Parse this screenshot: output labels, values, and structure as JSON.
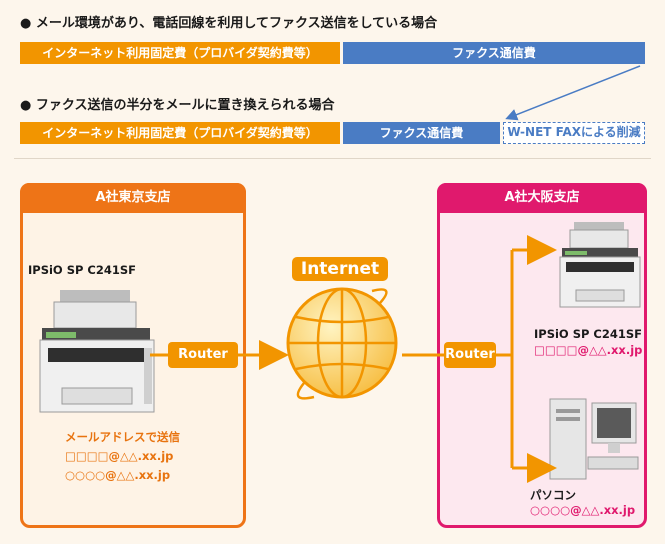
{
  "headings": {
    "first": "● メール環境があり、電話回線を利用してファクス送信をしている場合",
    "second": "● ファクス送信の半分をメールに置き換えられる場合"
  },
  "bars": {
    "row1_left": "インターネット利用固定費（プロバイダ契約費等）",
    "row1_right": "ファクス通信費",
    "row2_left": "インターネット利用固定費（プロバイダ契約費等）",
    "row2_mid": "ファクス通信費",
    "row2_right": "W-NET FAXによる削減"
  },
  "tokyo": {
    "title": "A社東京支店",
    "printer_model": "IPSiO SP C241SF",
    "send_label": "メールアドレスで送信",
    "addr1": "□□□□@△△.xx.jp",
    "addr2": "○○○○@△△.xx.jp"
  },
  "osaka": {
    "title": "A社大阪支店",
    "printer_model": "IPSiO SP C241SF",
    "printer_addr": "□□□□@△△.xx.jp",
    "pc_label": "パソコン",
    "pc_addr": "○○○○@△△.xx.jp"
  },
  "network": {
    "internet": "Internet",
    "router_left": "Router",
    "router_right": "Router"
  },
  "colors": {
    "orange": "#f29500",
    "blue": "#4a7cc4",
    "tokyo_accent": "#ee7417",
    "osaka_accent": "#e0196d"
  }
}
